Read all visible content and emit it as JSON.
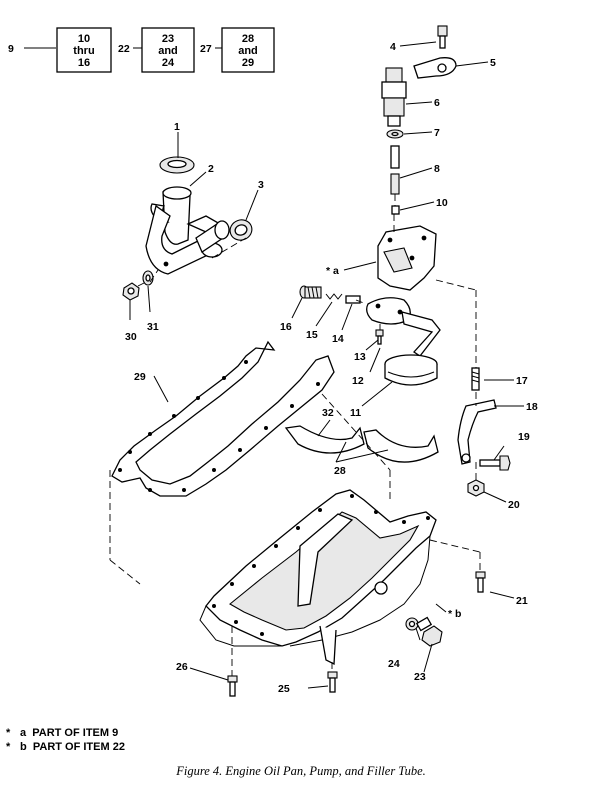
{
  "groups": [
    {
      "index": "9",
      "line1": "10",
      "line2": "thru",
      "line3": "16"
    },
    {
      "index": "22",
      "line1": "23",
      "line2": "and",
      "line3": "24"
    },
    {
      "index": "27",
      "line1": "28",
      "line2": "and",
      "line3": "29"
    }
  ],
  "callouts": {
    "n1": "1",
    "n2": "2",
    "n3": "3",
    "n4": "4",
    "n5": "5",
    "n6": "6",
    "n7": "7",
    "n8": "8",
    "n10": "10",
    "n11": "11",
    "n12": "12",
    "n13": "13",
    "n14": "14",
    "n15": "15",
    "n16": "16",
    "n17": "17",
    "n18": "18",
    "n19": "19",
    "n20": "20",
    "n21": "21",
    "n23": "23",
    "n24": "24",
    "n25": "25",
    "n26": "26",
    "n28": "28",
    "n29": "29",
    "n30": "30",
    "n31": "31",
    "n32": "32",
    "star_a": "* a",
    "star_b": "* b"
  },
  "notes": [
    {
      "marker": "*",
      "code": "a",
      "text": "PART OF ITEM 9"
    },
    {
      "marker": "*",
      "code": "b",
      "text": "PART OF ITEM 22"
    }
  ],
  "caption": "Figure 4.  Engine Oil Pan, Pump, and Filler Tube."
}
